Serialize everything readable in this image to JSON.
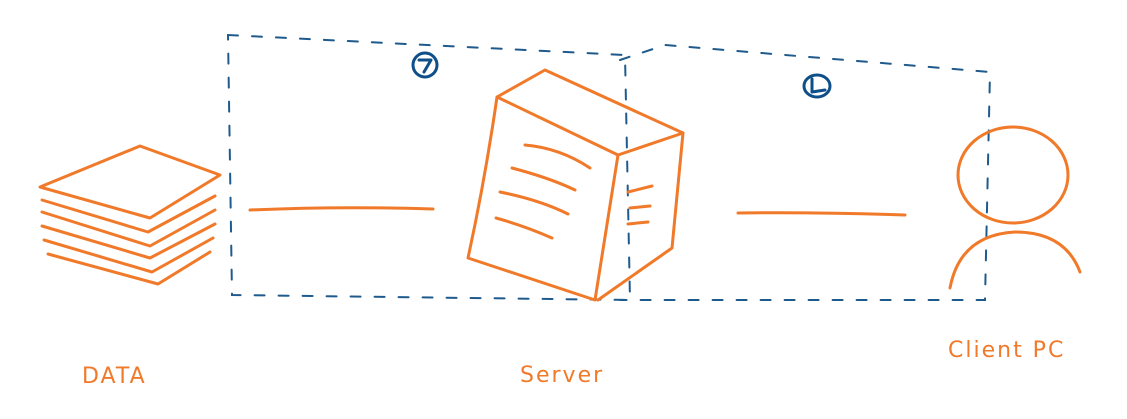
{
  "labels": {
    "data": "DATA",
    "server": "Server",
    "client": "Client PC"
  },
  "colors": {
    "accent": "#F07A2A",
    "boundary": "#1F5A8C"
  },
  "icons": {
    "data": "document-stack-icon",
    "server": "server-icon",
    "client": "user-icon",
    "zone1": "numbered-circle-icon",
    "zone2": "numbered-circle-icon"
  }
}
